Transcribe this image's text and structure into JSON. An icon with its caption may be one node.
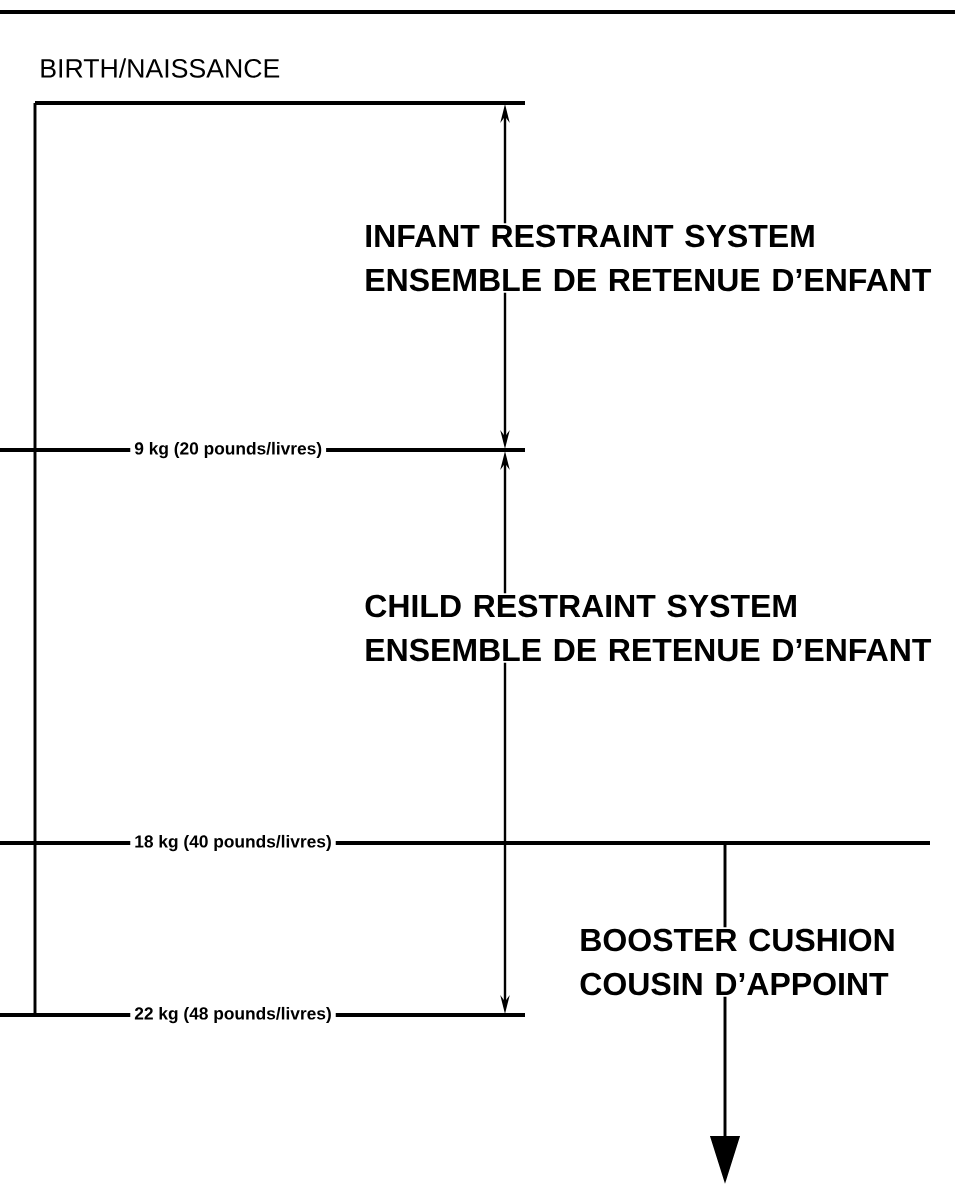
{
  "diagram": {
    "labels": [
      "BIRTH/NAISSANCE",
      "INFANT RESTRAINT SYSTEM ENSEMBLE DE RETENUE D’ENFANT",
      "9 kg (20 pounds/livres)",
      "CHILD RESTRAINT SYSTEM ENSEMBLE DE RETENUE D’ENFANT",
      "18 kg (40 pounds/livres)",
      "BOOSTER CUSHION COUSIN D’APPOINT",
      "22 kg (48 pounds/livres)"
    ]
  }
}
